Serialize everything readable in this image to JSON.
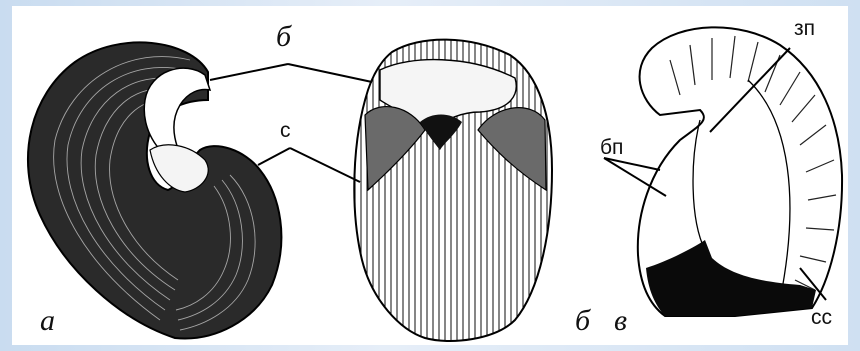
{
  "figure": {
    "labels": {
      "top_b": "б",
      "c": "с",
      "bp": "бп",
      "zp": "зп",
      "ss": "сс",
      "panel_a": "а",
      "panel_b": "б",
      "panel_v": "в"
    }
  }
}
